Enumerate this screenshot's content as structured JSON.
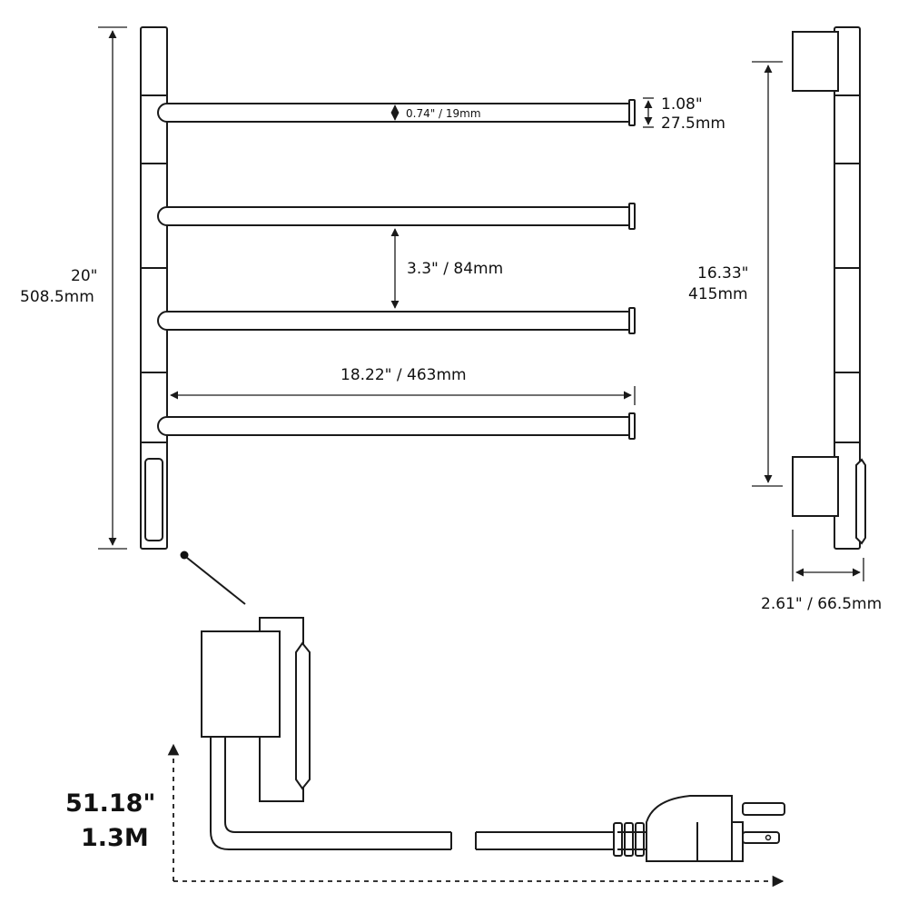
{
  "dimensions": {
    "height_in": "20\"",
    "height_mm": "508.5mm",
    "bar_diameter": "0.74\" / 19mm",
    "end_cap_in": "1.08\"",
    "end_cap_mm": "27.5mm",
    "bar_spacing": "3.3\" / 84mm",
    "bar_length": "18.22\" / 463mm",
    "mount_spacing_in": "16.33\"",
    "mount_spacing_mm": "415mm",
    "depth": "2.61\" / 66.5mm",
    "cord_length_in": "51.18\"",
    "cord_length_m": "1.3M"
  }
}
